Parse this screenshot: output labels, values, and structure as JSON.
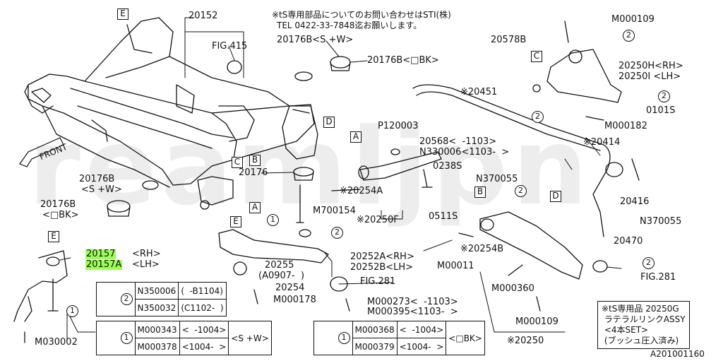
{
  "watermark": "reamljpn",
  "front_label": "FRONT",
  "header_note": {
    "line1": "※tS専用部品についてのお問い合わせはSTI(株)",
    "line2": "TEL 0422-33-7848迄お願いします。"
  },
  "diagram_id": "A201001160",
  "callout_letters": {
    "a1": "A",
    "a2": "A",
    "b1": "B",
    "b2": "B",
    "c1": "C",
    "c2": "C",
    "d1": "D",
    "d2": "D",
    "e1": "E",
    "e2": "E"
  },
  "circled": {
    "one": "1",
    "two": "2"
  },
  "parts": {
    "p20152": "20152",
    "fig415": "FIG.415",
    "p20176b_sw_top": "20176B<S +W>",
    "p20176b_bk_top": "20176B<□BK>",
    "p20176": "20176",
    "p20176b_sw_left_1": "20176B",
    "p20176b_sw_left_2": "<S +W>",
    "p20176b_bk_left_1": "20176B",
    "p20176b_bk_left_2": "<□BK>",
    "m700154": "M700154",
    "p20157": "20157",
    "p20157_rh": "<RH>",
    "p20157a": "20157A",
    "p20157a_lh": "<LH>",
    "m030002": "M030002",
    "p20252a": "20252A<RH>",
    "p20252b": "20252B<LH>",
    "p20255": "20255",
    "a0907": "(A0907-  )",
    "p20254": "20254",
    "fig281_mid": "FIG.281",
    "m000178": "M000178",
    "m000273": "M000273<  -1103>",
    "m000395": "M000395<1103-  >",
    "p120003": "P120003",
    "p20568": "20568<  -1103>",
    "n330006": "N330006<1103-  >",
    "p0238s": "0238S",
    "p20254a": "※20254A",
    "p20250f": "※20250F",
    "p0511s": "0511S",
    "p20451": "※20451",
    "p20578b": "20578B",
    "m000109_top": "M000109",
    "p20250h": "20250H<RH>",
    "p20250i": "20250I <LH>",
    "p0101s": "0101S",
    "m000182": "M000182",
    "p20414": "※20414",
    "n370055_a": "N370055",
    "p20416": "20416",
    "n370055_b": "N370055",
    "p20470": "20470",
    "p20254b": "※20254B",
    "m00011": "M00011",
    "m000360": "M000360",
    "m000109_bot": "M000109",
    "fig281_right": "FIG.281",
    "p20250": "※20250"
  },
  "table_left_top": [
    [
      "N350006",
      "(  -B1104)"
    ],
    [
      "N350032",
      "(C1102-  )"
    ]
  ],
  "table_left_bottom": {
    "rows": [
      [
        "M000343",
        "<  -1004>"
      ],
      [
        "M000378",
        "<1004-  >"
      ]
    ],
    "suffix": "<S +W>"
  },
  "table_mid_bottom": {
    "rows": [
      [
        "M000368",
        "<  -1004>"
      ],
      [
        "M000379",
        "<1004-  >"
      ]
    ],
    "suffix": "<□BK>"
  },
  "note_box": {
    "line1": "※tS専用品 20250G",
    "line2": " ラテラルリンクASSY",
    "line3": " <4本SET>",
    "line4": " (ブッシュ圧入済み)"
  }
}
